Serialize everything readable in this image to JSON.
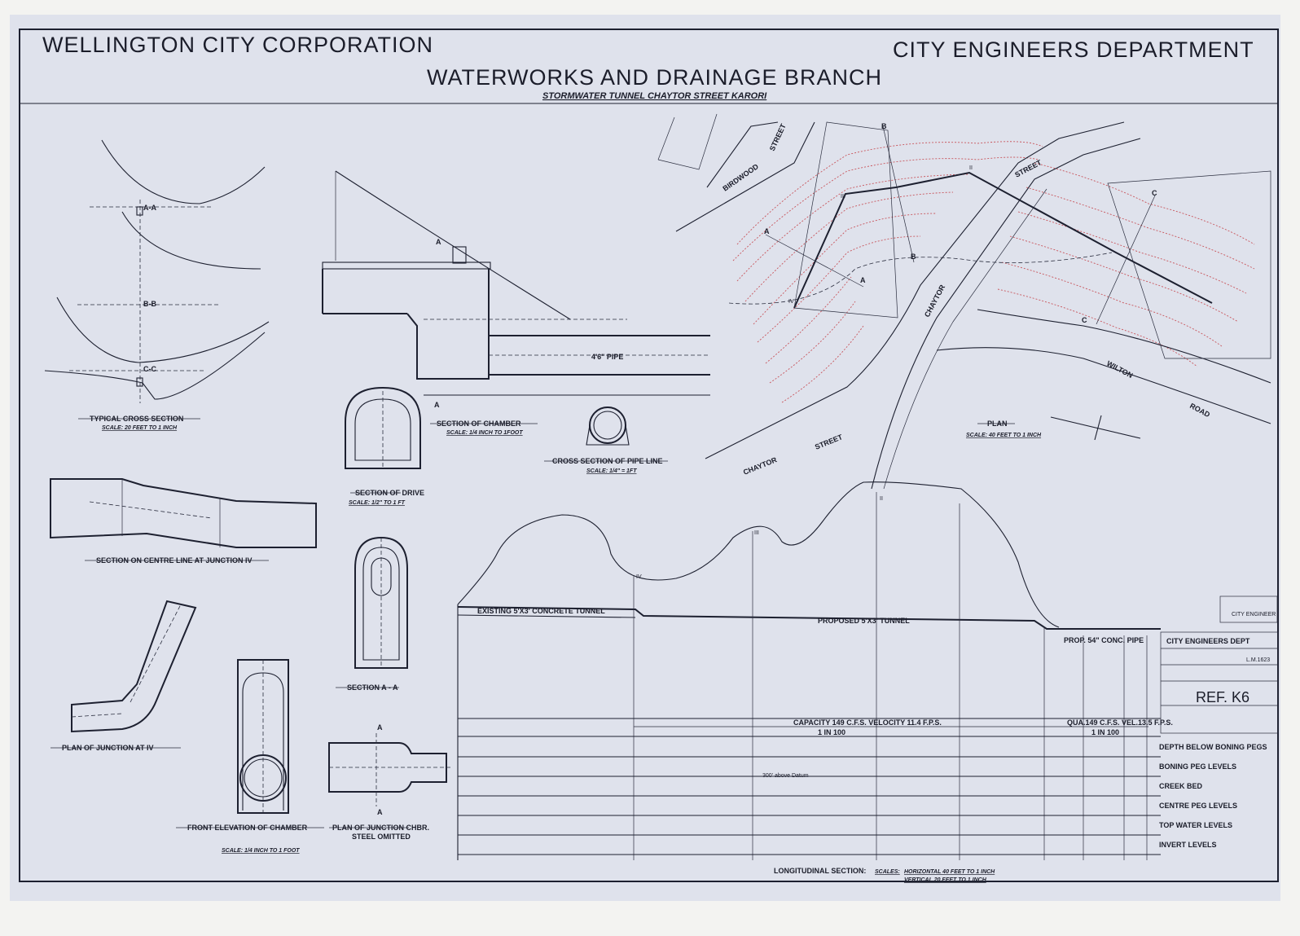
{
  "title": {
    "corporation": "WELLINGTON CITY CORPORATION",
    "department": "CITY ENGINEERS DEPARTMENT",
    "branch": "WATERWORKS AND DRAINAGE BRANCH",
    "subtitle": "STORMWATER TUNNEL CHAYTOR STREET KARORI"
  },
  "cross_section": {
    "label": "TYPICAL CROSS SECTION",
    "scale": "SCALE: 20 FEET TO 1 INCH",
    "marks": [
      "A-A",
      "B-B",
      "C-C"
    ]
  },
  "chamber": {
    "label": "SECTION OF CHAMBER",
    "scale": "SCALE: 1/4 INCH TO 1FOOT",
    "pipe": "4'6\" PIPE",
    "section_mark": "A"
  },
  "pipe_line": {
    "label": "CROSS SECTION OF PIPE LINE",
    "scale": "SCALE: 1/4\" = 1FT"
  },
  "drive": {
    "label": "SECTION OF DRIVE",
    "scale": "SCALE: 1/2\" TO 1 FT"
  },
  "junction_section": {
    "label": "SECTION ON CENTRE LINE AT JUNCTION IV"
  },
  "section_aa": {
    "label": "SECTION A - A"
  },
  "plan_junction": {
    "label": "PLAN OF JUNCTION AT IV"
  },
  "front_elevation": {
    "label": "FRONT ELEVATION OF CHAMBER",
    "scale": "SCALE: 1/4 INCH TO 1 FOOT"
  },
  "plan_junction_chbr": {
    "label": "PLAN OF JUNCTION CHBR.",
    "note": "STEEL OMITTED",
    "section_mark": "A"
  },
  "plan": {
    "label": "PLAN",
    "scale": "SCALE: 40 FEET TO 1 INCH",
    "streets": [
      "BIRDWOOD",
      "STREET",
      "CHAYTOR",
      "STREET",
      "WILTON",
      "ROAD",
      "CHAYTOR",
      "STREET"
    ],
    "section_marks": [
      "A",
      "A",
      "B",
      "B",
      "C",
      "C"
    ],
    "points": [
      "II",
      "III",
      "IV"
    ]
  },
  "profile": {
    "existing_tunnel": "EXISTING 5'X3' CONCRETE TUNNEL",
    "proposed_tunnel": "PROPOSED 5'X3' TUNNEL",
    "proposed_pipe": "PROP. 54\" CONC. PIPE",
    "capacity": "CAPACITY 149 C.F.S. VELOCITY 11.4 F.P.S.",
    "capacity2": "QUA.149 C.F.S. VEL.13.5 F.P.S.",
    "grade": "1 IN 100",
    "grade2": "1 IN 100",
    "datum": "300' above Datum",
    "points": [
      "II",
      "III",
      "IV"
    ],
    "row_labels": [
      "DEPTH BELOW BONING PEGS",
      "BONING PEG LEVELS",
      "CREEK BED",
      "CENTRE PEG LEVELS",
      "TOP WATER LEVELS",
      "INVERT LEVELS"
    ],
    "section_label": "LONGITUDINAL SECTION:",
    "scales": "SCALES:",
    "horizontal": "HORIZONTAL 40 FEET TO 1 INCH",
    "vertical": "VERTICAL 20 FEET TO 1 INCH"
  },
  "title_block": {
    "office": "CITY ENGINEERS DEPT",
    "ref_no": "L.M.1623",
    "ref": "REF. K6",
    "approved": "CITY ENGINEER"
  }
}
